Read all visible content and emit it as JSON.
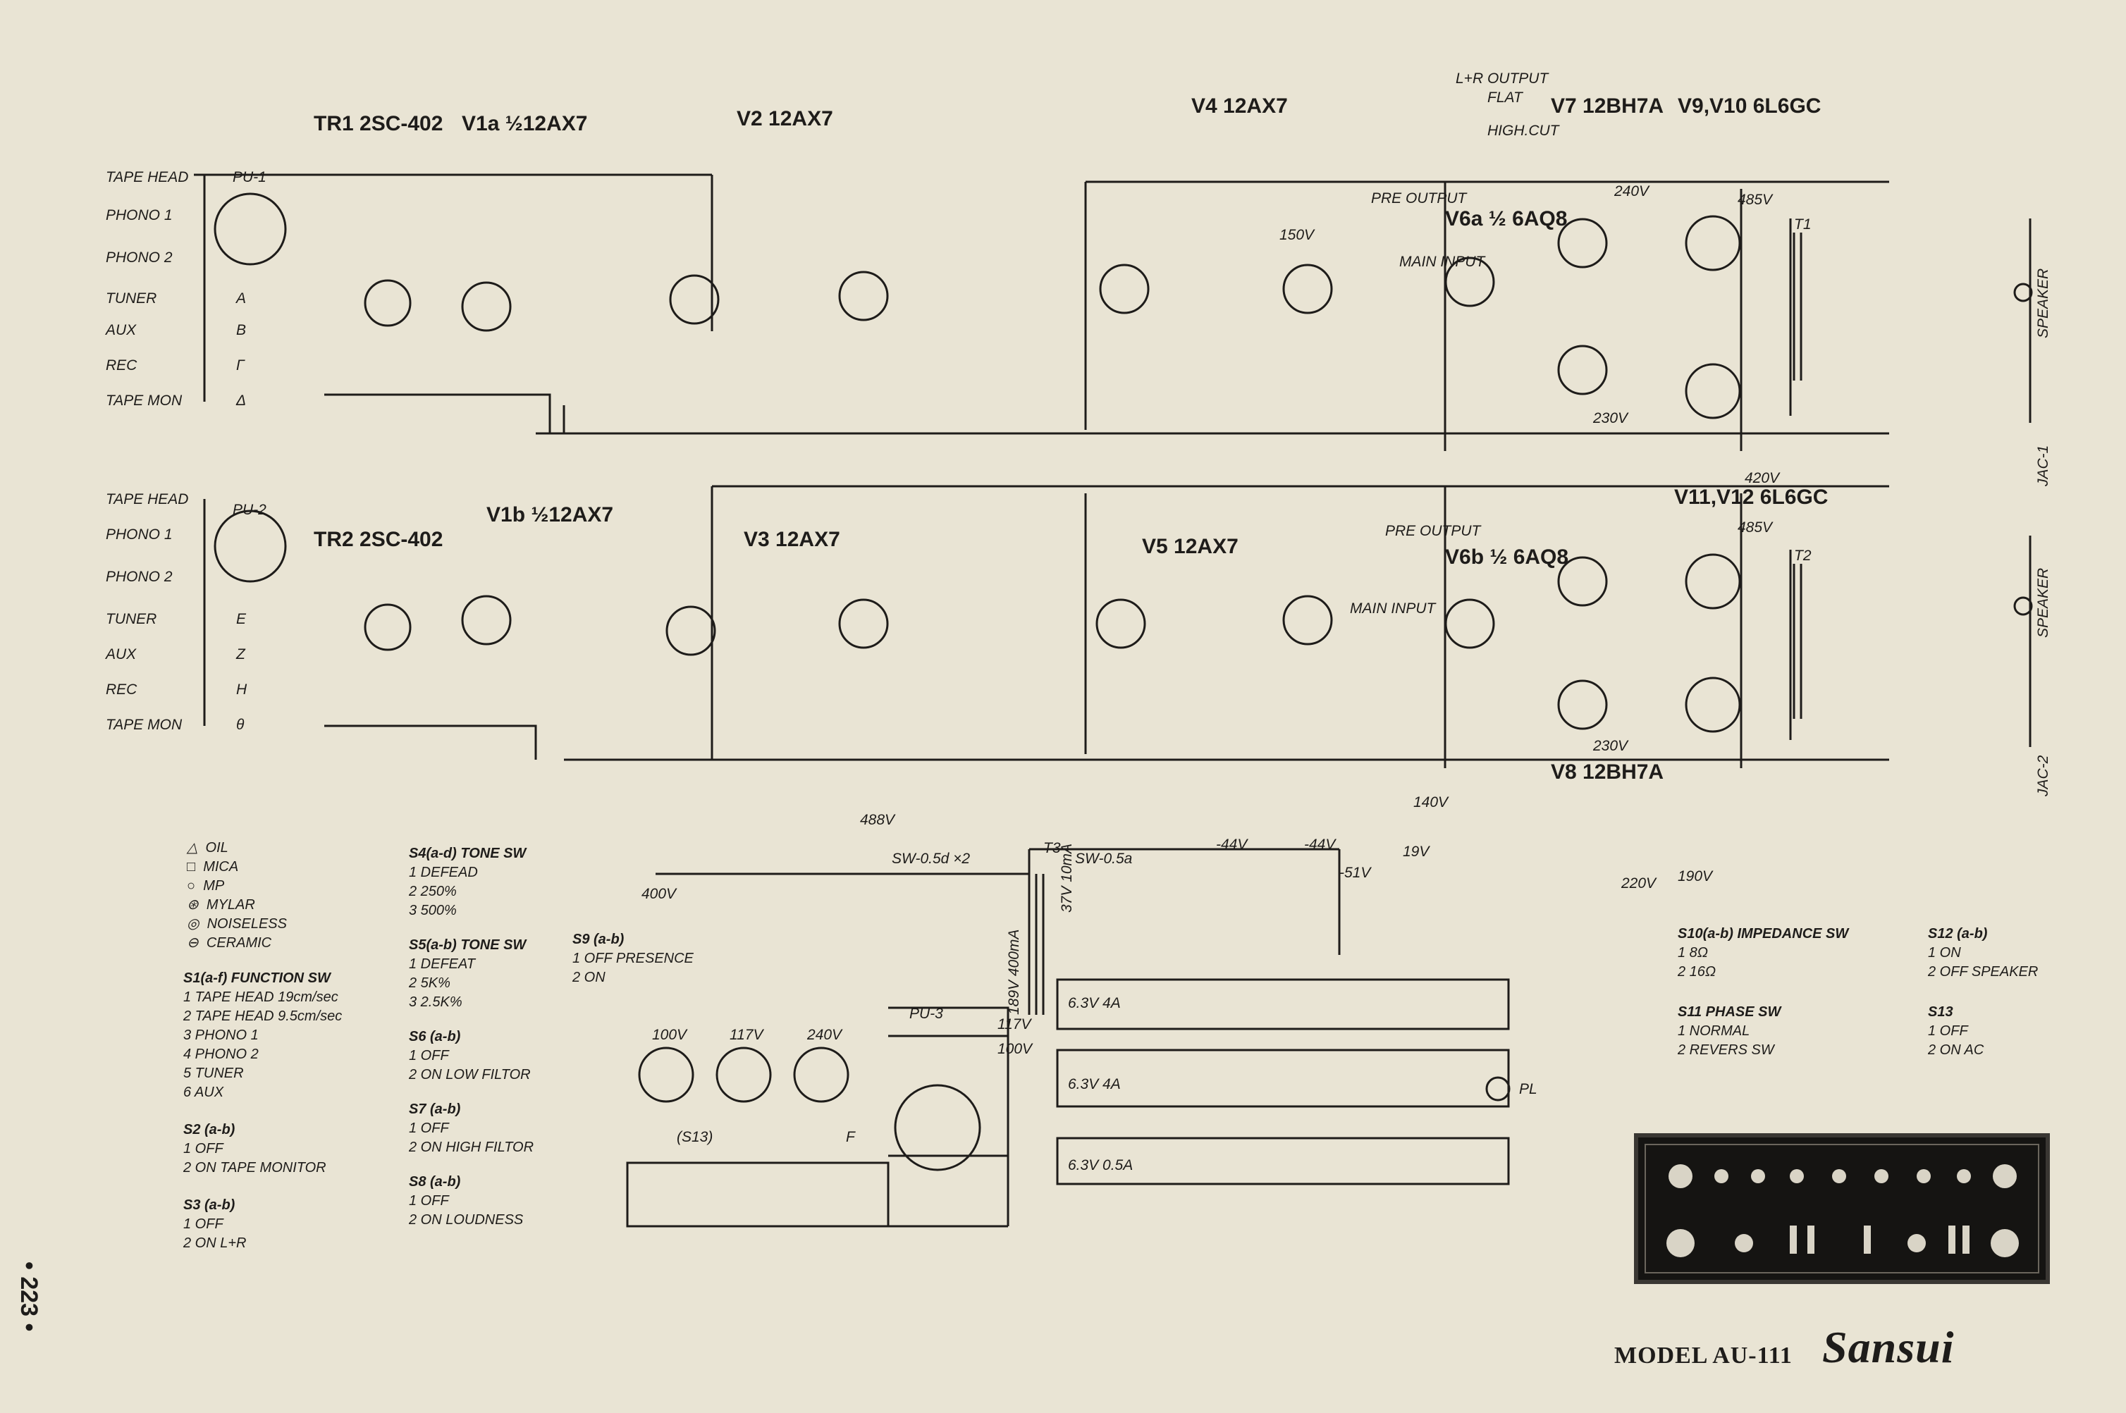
{
  "page_number": "• 223 •",
  "model_label": "MODEL AU-111",
  "brand": "Sansui",
  "schematic": {
    "transistors": [
      "TR1 2SC-402",
      "TR2 2SC-402"
    ],
    "tubes": [
      "V1a ½12AX7",
      "V1b ½12AX7",
      "V2 12AX7",
      "V3 12AX7",
      "V4 12AX7",
      "V5 12AX7",
      "V6a ½ 6AQ8",
      "V6b ½ 6AQ8",
      "V7 12BH7A",
      "V8 12BH7A",
      "V9,V10 6L6GC",
      "V11,V12 6L6GC"
    ],
    "pickups": [
      "PU-1",
      "PU-2",
      "PU-3"
    ],
    "inputs": [
      "TAPE HEAD",
      "PHONO 1",
      "PHONO 2",
      "TUNER",
      "AUX",
      "REC",
      "TAPE MON"
    ],
    "input_nodes_top": [
      "A",
      "B",
      "Γ",
      "Δ"
    ],
    "input_nodes_bottom": [
      "E",
      "Z",
      "H",
      "θ"
    ],
    "outputs": [
      "SPEAKER",
      "SPEAKER",
      "JAC-1",
      "JAC-2",
      "L+R OUTPUT",
      "FLAT",
      "HIGH.CUT",
      "PRE OUTPUT",
      "MAIN INPUT"
    ],
    "voltages": [
      "485V",
      "420V",
      "488V",
      "400V",
      "230V",
      "240V",
      "220V",
      "190V",
      "140V",
      "150V",
      "19V",
      "-44V",
      "-51V",
      "37V 10mA",
      "189V 400mA",
      "117V",
      "100V",
      "6.3V 4A",
      "6.3V 0.5A"
    ],
    "mains": [
      "100V",
      "117V",
      "240V"
    ],
    "power_parts": [
      "SW-0.5d ×2",
      "SW-0.5a",
      "T1",
      "T2",
      "T3",
      "F",
      "PL",
      "(S13)"
    ]
  },
  "legend": [
    {
      "symbol": "△",
      "label": "OIL"
    },
    {
      "symbol": "□",
      "label": "MICA"
    },
    {
      "symbol": "○",
      "label": "MP"
    },
    {
      "symbol": "⊛",
      "label": "MYLAR"
    },
    {
      "symbol": "◎",
      "label": "NOISELESS"
    },
    {
      "symbol": "⊖",
      "label": "CERAMIC"
    }
  ],
  "switches_col1": [
    {
      "title": "S1(a-f) FUNCTION SW",
      "items": [
        "1  TAPE HEAD 19cm/sec",
        "2  TAPE HEAD 9.5cm/sec",
        "3  PHONO 1",
        "4  PHONO 2",
        "5  TUNER",
        "6  AUX"
      ]
    },
    {
      "title": "S2 (a-b)",
      "items": [
        "1  OFF",
        "2  ON TAPE MONITOR"
      ]
    },
    {
      "title": "S3 (a-b)",
      "items": [
        "1  OFF",
        "2  ON L+R"
      ]
    }
  ],
  "switches_col2": [
    {
      "title": "S4(a-d) TONE SW",
      "items": [
        "1  DEFEAD",
        "2  250%",
        "3  500%"
      ]
    },
    {
      "title": "S5(a-b) TONE SW",
      "items": [
        "1  DEFEAT",
        "2  5K%",
        "3  2.5K%"
      ]
    },
    {
      "title": "S6 (a-b)",
      "items": [
        "1  OFF",
        "2  ON LOW FILTOR"
      ]
    },
    {
      "title": "S7 (a-b)",
      "items": [
        "1  OFF",
        "2  ON HIGH FILTOR"
      ]
    },
    {
      "title": "S8 (a-b)",
      "items": [
        "1  OFF",
        "2  ON LOUDNESS"
      ]
    }
  ],
  "switches_col3": [
    {
      "title": "S9 (a-b)",
      "items": [
        "1  OFF PRESENCE",
        "2  ON"
      ]
    }
  ],
  "switches_right": [
    {
      "title": "S10(a-b) IMPEDANCE SW",
      "items": [
        "1  8Ω",
        "2  16Ω"
      ]
    },
    {
      "title": "S11 PHASE SW",
      "items": [
        "1  NORMAL",
        "2  REVERS SW"
      ]
    },
    {
      "title": "S12 (a-b)",
      "items": [
        "1  ON",
        "2  OFF SPEAKER"
      ]
    },
    {
      "title": "S13",
      "items": [
        "1  OFF",
        "2  ON AC"
      ]
    }
  ],
  "colors": {
    "paper": "#e9e4d4",
    "ink": "#1e1c1a",
    "panel": "#151412"
  }
}
